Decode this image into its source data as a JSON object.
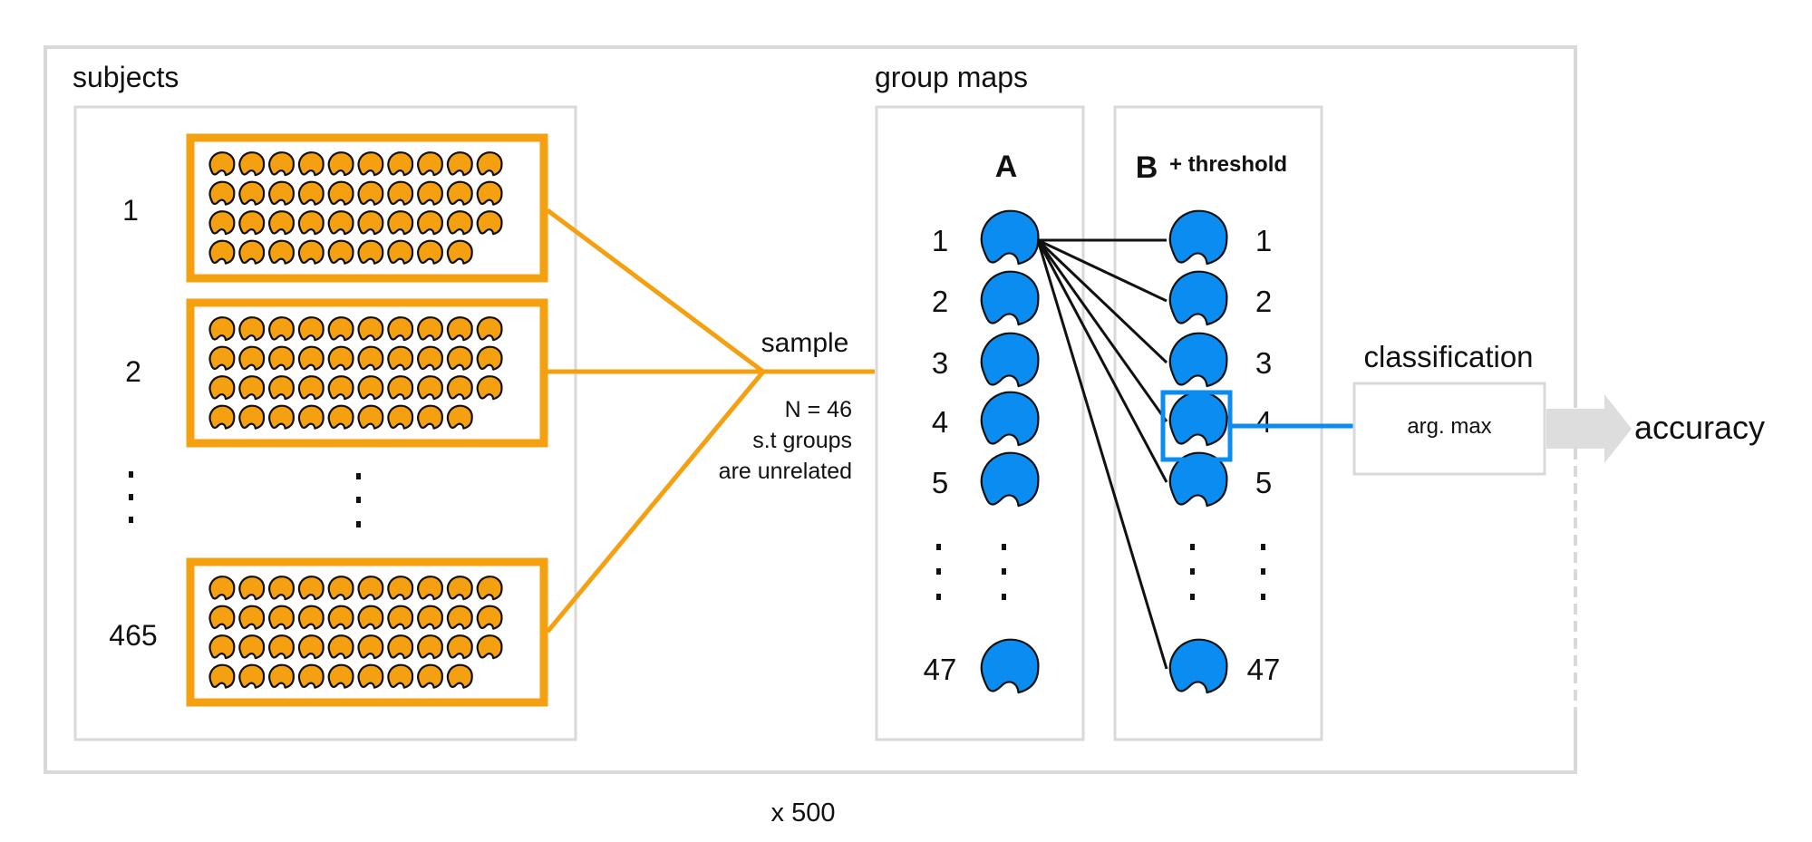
{
  "subjects": {
    "title": "subjects",
    "row_labels": [
      "1",
      "2",
      "465"
    ],
    "vertical_ellipsis": ":"
  },
  "sample": {
    "label": "sample",
    "note_lines": [
      "N = 46",
      "s.t groups",
      "are unrelated"
    ]
  },
  "group_maps": {
    "title": "group maps",
    "panel_a": {
      "header": "A"
    },
    "panel_b": {
      "header": "B",
      "header_suffix": "+ threshold"
    },
    "indices": [
      "1",
      "2",
      "3",
      "4",
      "5",
      "47"
    ]
  },
  "classification": {
    "title": "classification",
    "box_label": "arg. max",
    "selected_index": "4"
  },
  "output": {
    "label": "accuracy"
  },
  "repeat": {
    "label": "x 500"
  },
  "colors": {
    "subject_brain": "#f5a011",
    "group_brain": "#0a8cf0",
    "frame": "#d9d9d9",
    "line": "#111111",
    "arrow": "#dddddd"
  },
  "icons": {
    "subject_map": "brain-icon",
    "group_map": "brain-icon"
  }
}
